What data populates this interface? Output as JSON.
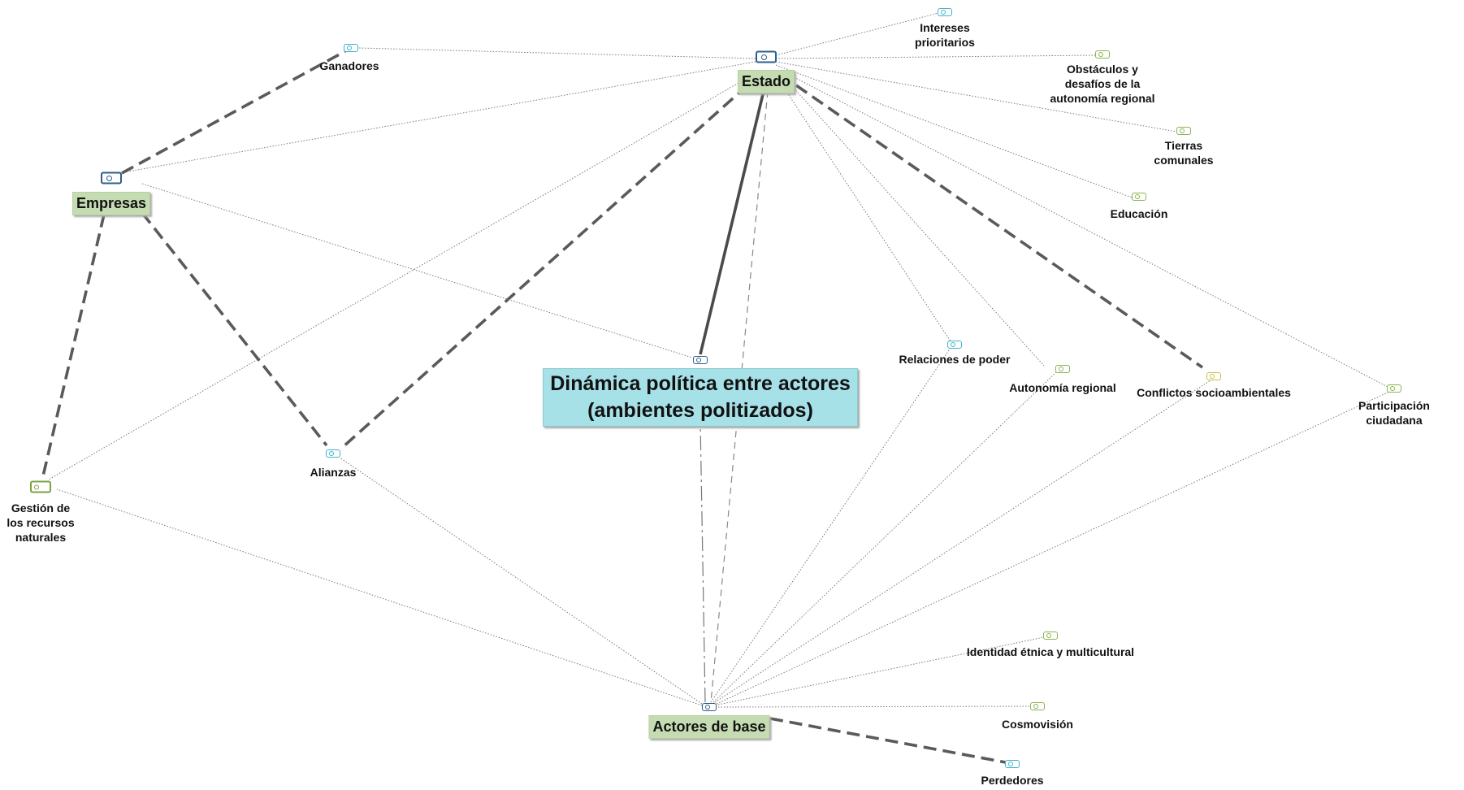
{
  "diagram": {
    "title": "Dinámica política entre actores\n(ambientes politizados)",
    "colors": {
      "main_box": "#a6e1e8",
      "actor_box": "#c5dcb3",
      "edge": "#5a5a5a",
      "icon_blue": "#2d5f8a",
      "icon_cyan": "#3fb2c9",
      "icon_green": "#8ab350",
      "icon_yellow": "#c9c24a"
    },
    "nodes": [
      {
        "id": "estado",
        "label": "Estado",
        "style": "box-green",
        "icon": "ic-big"
      },
      {
        "id": "empresas",
        "label": "Empresas",
        "style": "box-green",
        "icon": "ic-big"
      },
      {
        "id": "actores",
        "label": "Actores de base",
        "style": "box-green",
        "icon": "ic-navy"
      },
      {
        "id": "dinamica",
        "label": "Dinámica política entre actores\n(ambientes politizados)",
        "style": "box-center",
        "icon": "ic-navy"
      },
      {
        "id": "ganadores",
        "label": "Ganadores",
        "style": "label",
        "icon": "ic-cyan"
      },
      {
        "id": "intereses",
        "label": "Intereses\nprioritarios",
        "style": "label",
        "icon": "ic-cyan"
      },
      {
        "id": "obstaculos",
        "label": "Obstáculos y\ndesafíos de la\nautonomía regional",
        "style": "label",
        "icon": "ic-green"
      },
      {
        "id": "tierras",
        "label": "Tierras\ncomunales",
        "style": "label",
        "icon": "ic-green"
      },
      {
        "id": "educacion",
        "label": "Educación",
        "style": "label",
        "icon": "ic-green"
      },
      {
        "id": "relaciones",
        "label": "Relaciones de poder",
        "style": "label",
        "icon": "ic-cyan"
      },
      {
        "id": "autonomia",
        "label": "Autonomía regional",
        "style": "label",
        "icon": "ic-green"
      },
      {
        "id": "conflictos",
        "label": "Conflictos socioambientales",
        "style": "label",
        "icon": "ic-yellow"
      },
      {
        "id": "participacion",
        "label": "Participación ciudadana",
        "style": "label",
        "icon": "ic-green"
      },
      {
        "id": "gestion",
        "label": "Gestión de\nlos recursos\nnaturales",
        "style": "label",
        "icon": "ic-green-big"
      },
      {
        "id": "alianzas",
        "label": "Alianzas",
        "style": "label",
        "icon": "ic-cyan"
      },
      {
        "id": "identidad",
        "label": "Identidad étnica y multicultural",
        "style": "label",
        "icon": "ic-green"
      },
      {
        "id": "cosmovision",
        "label": "Cosmovisión",
        "style": "label",
        "icon": "ic-green"
      },
      {
        "id": "perdedores",
        "label": "Perdedores",
        "style": "label",
        "icon": "ic-cyan"
      }
    ],
    "edges": [
      {
        "from": "estado",
        "to": "dinamica",
        "kind": "solid-thick"
      },
      {
        "from": "estado",
        "to": "ganadores",
        "kind": "dotted"
      },
      {
        "from": "estado",
        "to": "intereses",
        "kind": "dotted"
      },
      {
        "from": "estado",
        "to": "obstaculos",
        "kind": "dotted"
      },
      {
        "from": "estado",
        "to": "tierras",
        "kind": "dotted"
      },
      {
        "from": "estado",
        "to": "educacion",
        "kind": "dotted"
      },
      {
        "from": "estado",
        "to": "relaciones",
        "kind": "dotted"
      },
      {
        "from": "estado",
        "to": "autonomia",
        "kind": "dotted"
      },
      {
        "from": "estado",
        "to": "conflictos",
        "kind": "dashed-thick"
      },
      {
        "from": "estado",
        "to": "participacion",
        "kind": "dotted"
      },
      {
        "from": "estado",
        "to": "empresas",
        "kind": "dotted"
      },
      {
        "from": "estado",
        "to": "gestion",
        "kind": "dotted"
      },
      {
        "from": "estado",
        "to": "alianzas",
        "kind": "dashed-thick"
      },
      {
        "from": "estado",
        "to": "actores",
        "kind": "dashed-thin"
      },
      {
        "from": "empresas",
        "to": "ganadores",
        "kind": "dashed-thick"
      },
      {
        "from": "empresas",
        "to": "gestion",
        "kind": "dashed-thick"
      },
      {
        "from": "empresas",
        "to": "alianzas",
        "kind": "dashed-thick"
      },
      {
        "from": "empresas",
        "to": "dinamica",
        "kind": "dotted"
      },
      {
        "from": "actores",
        "to": "dinamica",
        "kind": "dash-dot"
      },
      {
        "from": "actores",
        "to": "gestion",
        "kind": "dotted"
      },
      {
        "from": "actores",
        "to": "alianzas",
        "kind": "dotted"
      },
      {
        "from": "actores",
        "to": "relaciones",
        "kind": "dotted"
      },
      {
        "from": "actores",
        "to": "autonomia",
        "kind": "dotted"
      },
      {
        "from": "actores",
        "to": "conflictos",
        "kind": "dotted"
      },
      {
        "from": "actores",
        "to": "participacion",
        "kind": "dotted"
      },
      {
        "from": "actores",
        "to": "identidad",
        "kind": "dotted"
      },
      {
        "from": "actores",
        "to": "cosmovision",
        "kind": "dotted"
      },
      {
        "from": "actores",
        "to": "perdedores",
        "kind": "dashed-thick"
      }
    ]
  }
}
